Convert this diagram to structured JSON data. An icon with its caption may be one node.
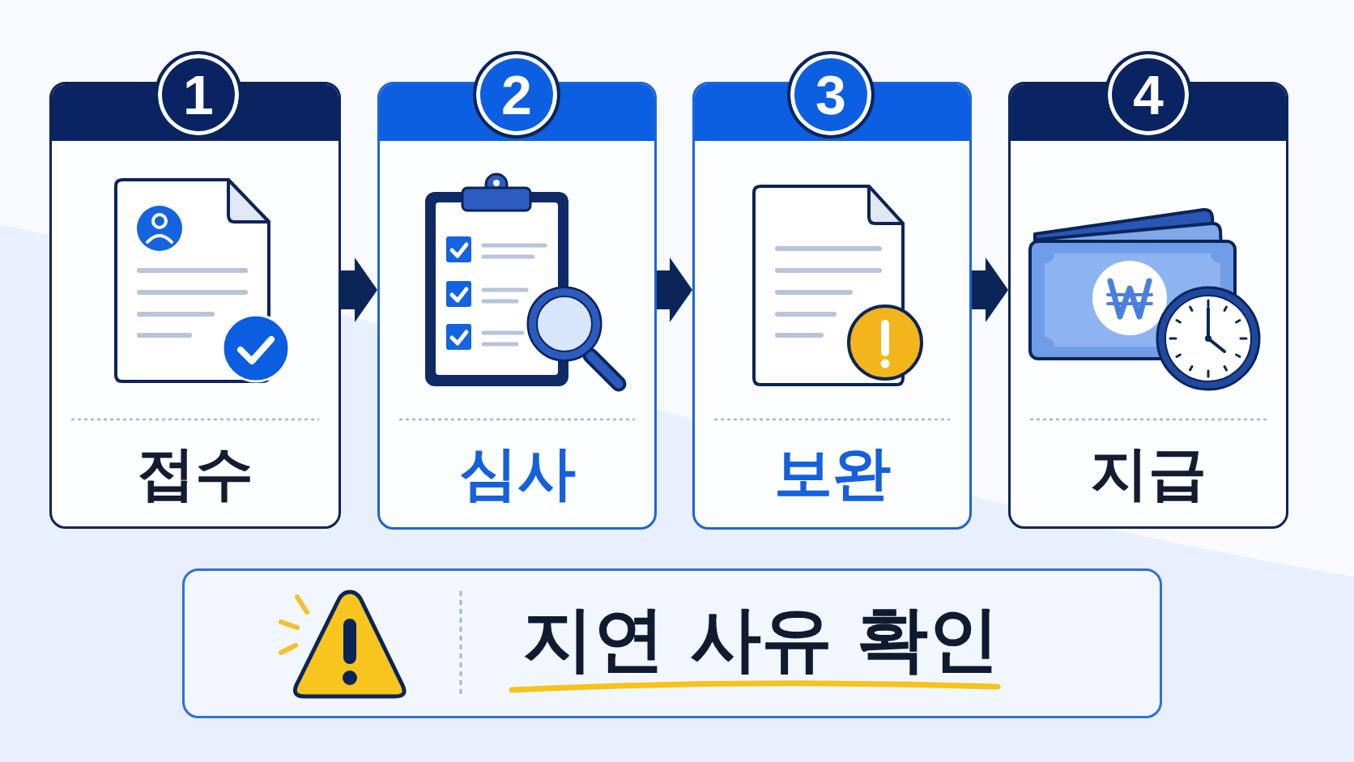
{
  "diagram": {
    "nodes": [
      {
        "text": [
          "1"
        ]
      },
      {
        "text": [
          "접수"
        ]
      },
      {
        "text": [
          "2"
        ]
      },
      {
        "text": [
          "심사"
        ]
      },
      {
        "text": [
          "3"
        ]
      },
      {
        "text": [
          "보완"
        ]
      },
      {
        "text": [
          "4"
        ]
      },
      {
        "text": [
          "지급"
        ]
      },
      {
        "text": [
          "지연 사유 확인"
        ]
      }
    ],
    "edges": [
      {
        "from": 1,
        "to": 3,
        "arrow": "to"
      },
      {
        "from": 3,
        "to": 5,
        "arrow": "to"
      },
      {
        "from": 5,
        "to": 7,
        "arrow": "to"
      }
    ]
  }
}
